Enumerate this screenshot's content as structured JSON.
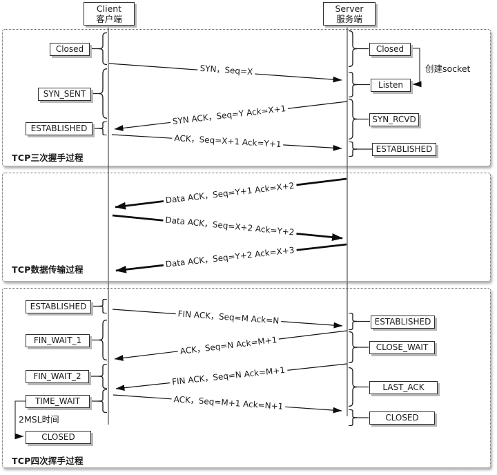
{
  "colors": {
    "ink": "#1a1a1a",
    "line": "#141414",
    "box_shadow": "#b8b8b8",
    "background": "#ffffff",
    "dotted_border": "#575757"
  },
  "actors": {
    "client": {
      "en": "Client",
      "zh": "客户端"
    },
    "server": {
      "en": "Server",
      "zh": "服务端"
    }
  },
  "sections": {
    "handshake": {
      "title": "TCP三次握手过程"
    },
    "transfer": {
      "title": "TCP数据传输过程"
    },
    "teardown": {
      "title": "TCP四次挥手过程"
    }
  },
  "states": {
    "client": {
      "closed": "Closed",
      "syn_sent": "SYN_SENT",
      "established_hs": "ESTABLISHED",
      "established_fin": "ESTABLISHED",
      "fin_wait_1": "FIN_WAIT_1",
      "fin_wait_2": "FIN_WAIT_2",
      "time_wait": "TIME_WAIT",
      "closed_fin": "CLOSED"
    },
    "server": {
      "closed": "Closed",
      "listen": "Listen",
      "syn_rcvd": "SYN_RCVD",
      "established_hs": "ESTABLISHED",
      "established_fin": "ESTABLISHED",
      "close_wait": "CLOSE_WAIT",
      "last_ack": "LAST_ACK",
      "closed_fin": "CLOSED"
    }
  },
  "messages": {
    "syn": "SYN，Seq=X",
    "syn_ack": "SYN ACK，Seq=Y Ack=X+1",
    "ack": "ACK，Seq=X+1 Ack=Y+1",
    "data1": "Data ACK，Seq=Y+1 Ack=X+2",
    "data2": "Data ACK，Seq=X+2 Ack=Y+2",
    "data3": "Data ACK，Seq=Y+2 Ack=X+3",
    "fin_ack_1": "FIN ACK，Seq=M Ack=N",
    "ack_fin_1": "ACK，Seq=N Ack=M+1",
    "fin_ack_2": "FIN ACK，Seq=N Ack=M+1",
    "ack_fin_2": "ACK，Seq=M+1 Ack=N+1"
  },
  "annotations": {
    "create_socket": "创建socket",
    "msl": "2MSL时间"
  }
}
